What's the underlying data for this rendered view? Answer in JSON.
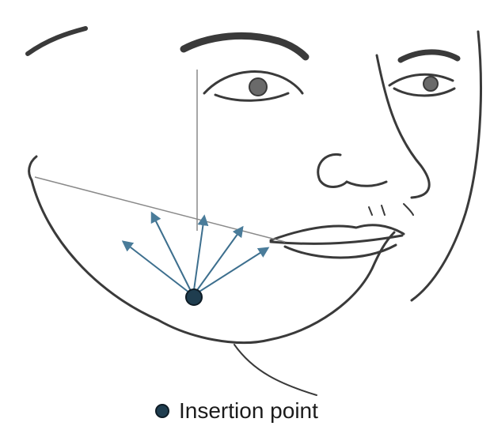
{
  "legend": {
    "label": "Insertion point",
    "marker": "insertion-point-dot"
  },
  "colors": {
    "outline": "#3a3a3a",
    "arrow": "#3d6f8e",
    "insertion_point": "#1f3d4f",
    "reference_line": "#8a8a8a"
  },
  "diagram": {
    "subject": "face-line-drawing",
    "arrow_count": 5
  }
}
